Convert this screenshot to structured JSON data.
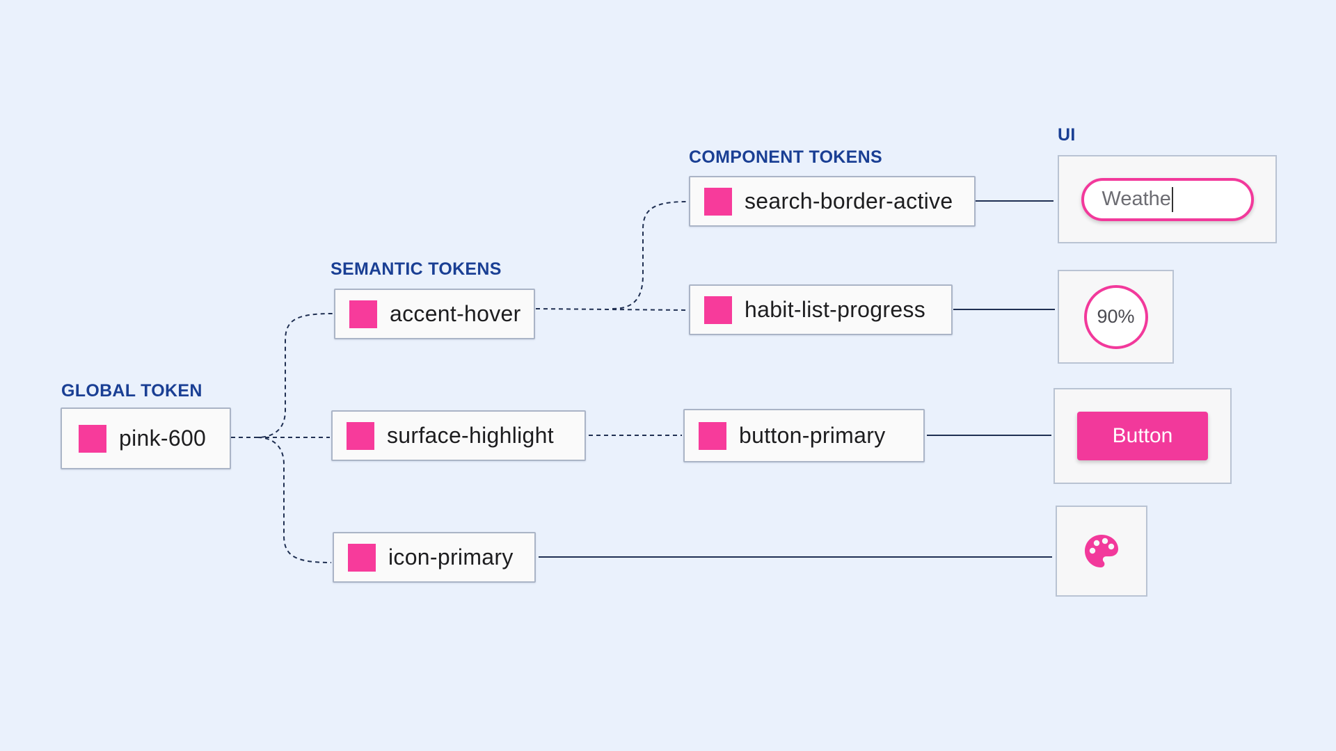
{
  "colors": {
    "background": "#eaf1fc",
    "heading": "#1a3f94",
    "swatch": "#f73b9b",
    "connector": "#1f2f52",
    "accent": "#f2399b"
  },
  "headings": {
    "global": "GLOBAL TOKEN",
    "semantic": "SEMANTIC TOKENS",
    "component": "COMPONENT TOKENS",
    "ui": "UI"
  },
  "global_token": {
    "label": "pink-600"
  },
  "semantic_tokens": [
    {
      "label": "accent-hover"
    },
    {
      "label": "surface-highlight"
    },
    {
      "label": "icon-primary"
    }
  ],
  "component_tokens": [
    {
      "label": "search-border-active"
    },
    {
      "label": "habit-list-progress"
    },
    {
      "label": "button-primary"
    }
  ],
  "ui": {
    "search_value": "Weathe",
    "progress_text": "90%",
    "progress": 0.9,
    "button_label": "Button",
    "icon": "palette-icon"
  }
}
